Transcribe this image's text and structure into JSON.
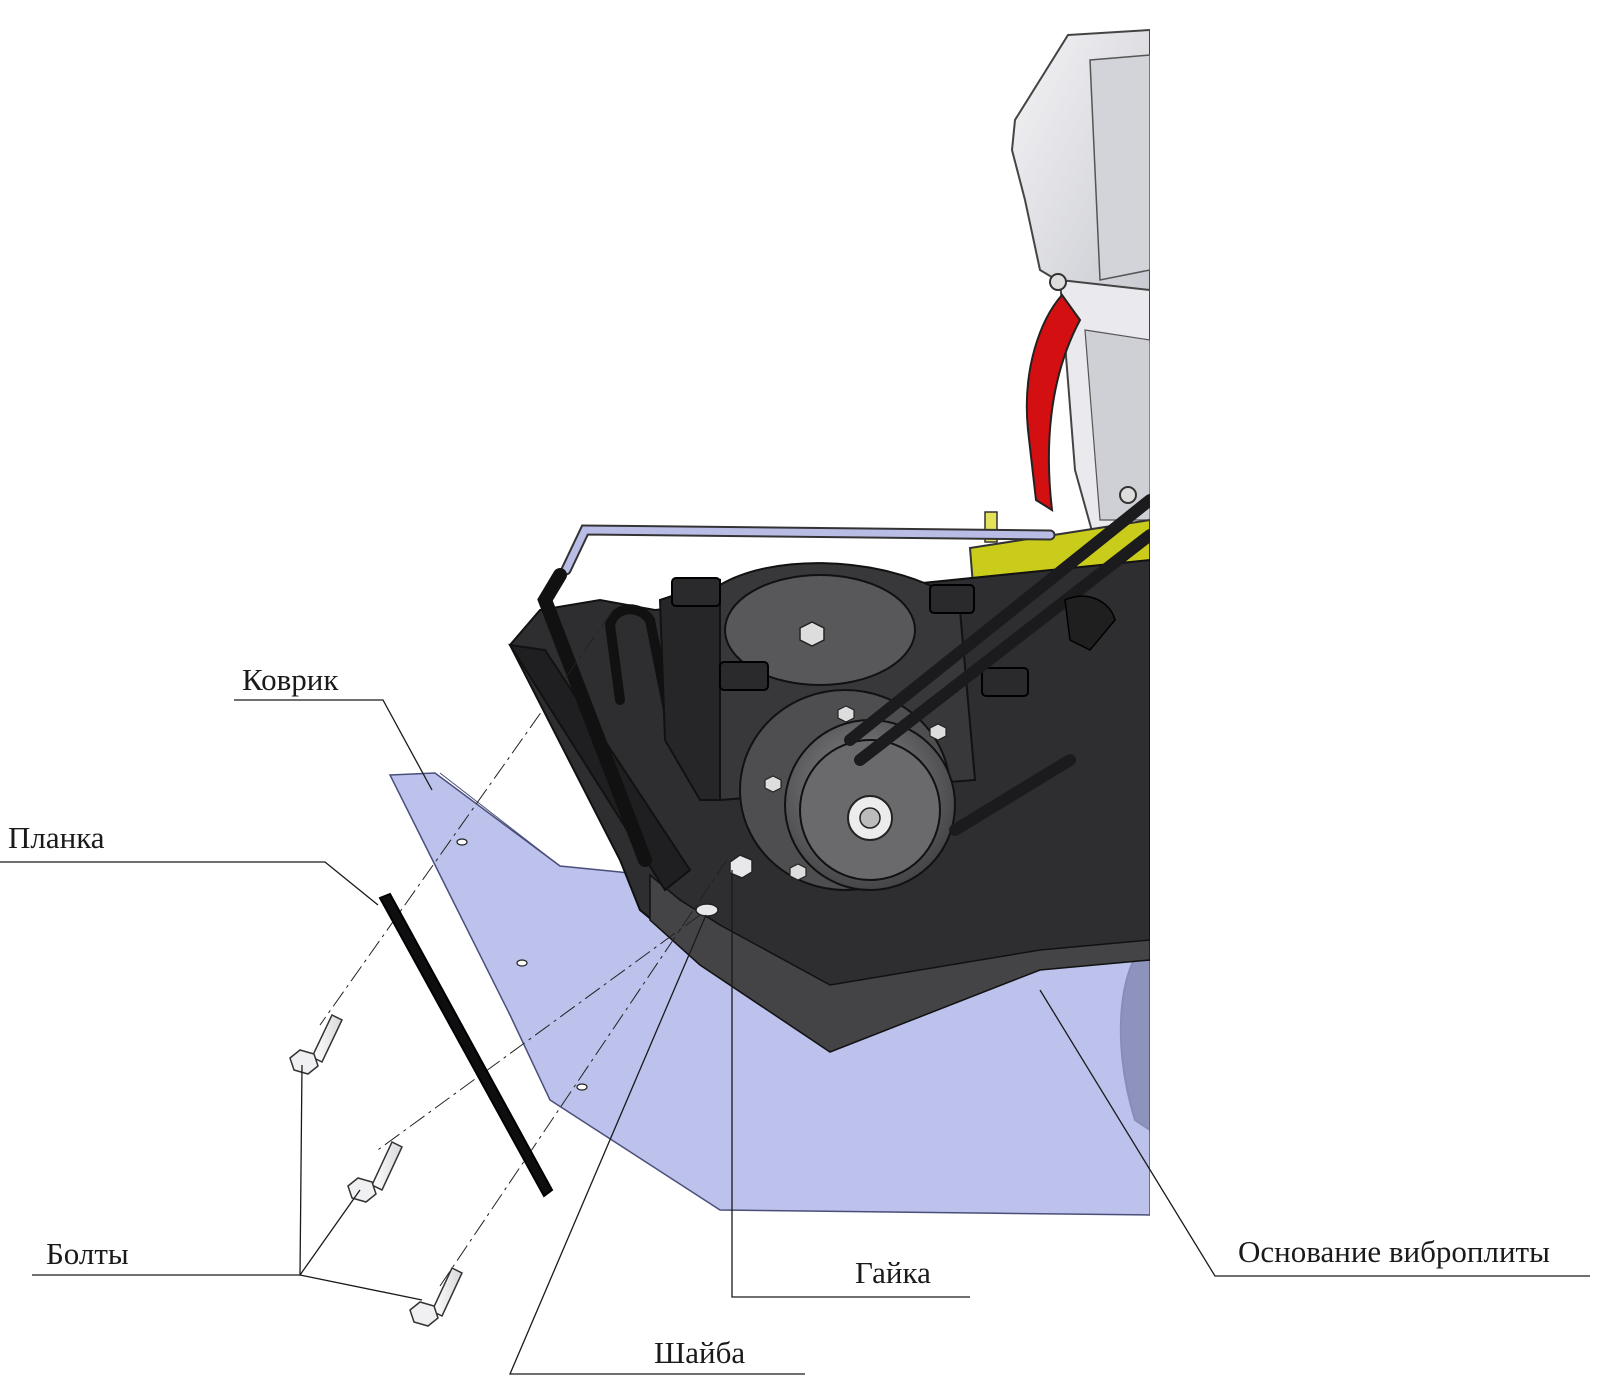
{
  "labels": {
    "mat": "Коврик",
    "strip": "Планка",
    "bolts": "Болты",
    "nut": "Гайка",
    "washer": "Шайба",
    "base": "Основание виброплиты"
  },
  "colors": {
    "mat_fill": "#a9b1e6",
    "plate_dark": "#2e2e30",
    "yellow_frame": "#c9cc1a",
    "red_housing": "#d40f12",
    "engine_grey": "#e4e5ea",
    "handle_lavender": "#b9bde6"
  }
}
